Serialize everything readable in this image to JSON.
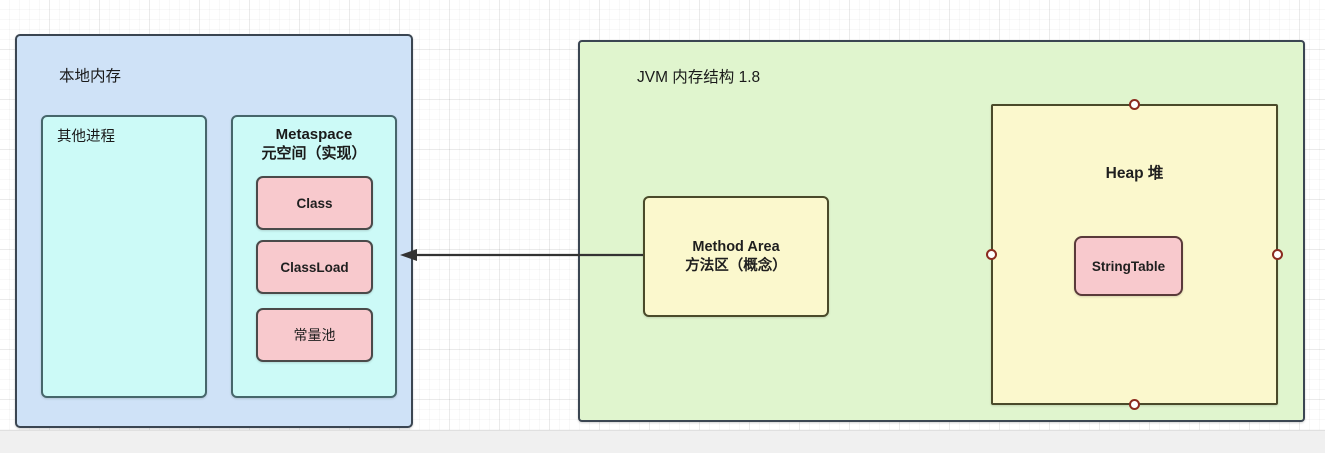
{
  "diagram": {
    "title_text_absent": "",
    "local_memory": {
      "label": "本地内存",
      "fill": "#cfe2f7",
      "stroke": "#3b4652",
      "other_process": {
        "label": "其他进程",
        "fill": "#ccfaf7",
        "stroke": "#46666b"
      },
      "metaspace": {
        "label": "Metaspace\n元空间（实现）",
        "fill": "#ccfaf7",
        "stroke": "#46666b",
        "items": [
          {
            "label": "Class",
            "fill": "#f8c9cd"
          },
          {
            "label": "ClassLoad",
            "fill": "#f8c9cd"
          },
          {
            "label": "常量池",
            "fill": "#f8c9cd"
          }
        ]
      }
    },
    "jvm": {
      "label": "JVM 内存结构 1.8",
      "fill": "#e0f5ce",
      "stroke": "#3b4652",
      "method_area": {
        "label": "Method Area\n方法区（概念）",
        "fill": "#fbf8cd",
        "stroke": "#4a4a2a"
      },
      "heap": {
        "label": "Heap 堆",
        "fill": "#fbf8cd",
        "stroke": "#4a4a2a",
        "selected": true,
        "handle_color": "#8b2b1f",
        "string_table": {
          "label": "StringTable",
          "fill": "#f8c9cd",
          "stroke": "#5a3a3a"
        }
      }
    },
    "connector": {
      "name": "method-area-to-metaspace-arrow",
      "from": "Method Area",
      "to": "Metaspace",
      "direction": "left",
      "color": "#333333"
    },
    "canvas": {
      "grid": "on",
      "background": "#ffffff",
      "bottom_bar": "#f0f0f0"
    }
  }
}
